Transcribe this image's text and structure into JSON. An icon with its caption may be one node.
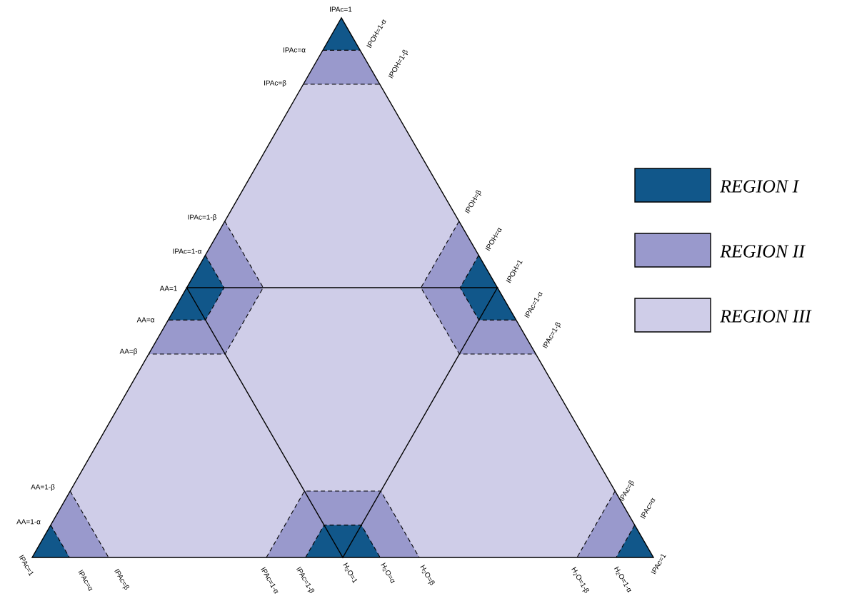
{
  "diagram": {
    "labels": [
      "IPAc=1",
      "IPAc=α",
      "IPOH=1-α",
      "IPAc=β",
      "IPOH=1-β",
      "IPAc=1-β",
      "IPOH=β",
      "IPAc=1-α",
      "IPOH=α",
      "AA=1",
      "IPOH=1",
      "IPAc=1-α",
      "AA=α",
      "IPAc=1-β",
      "AA=β",
      "AA=1-β",
      "IPAc=β",
      "AA=1-α",
      "IPAc=α",
      "IPAc=1",
      "IPAc=α",
      "IPAc=β",
      "IPAc=1-α",
      "IPAc=1-β",
      "H$_{2}$O=1",
      "H$_{2}$O=α",
      "H$_{2}$O=β",
      "H$_{2}$O=1-β",
      "H$_{2}$O=1-α",
      "IPAc=1"
    ],
    "legend": [
      {
        "text": "REGION I",
        "color": "#11578a"
      },
      {
        "text": "REGION II",
        "color": "#9999cc"
      },
      {
        "text": "REGION III",
        "color": "#cfcde8"
      }
    ]
  }
}
